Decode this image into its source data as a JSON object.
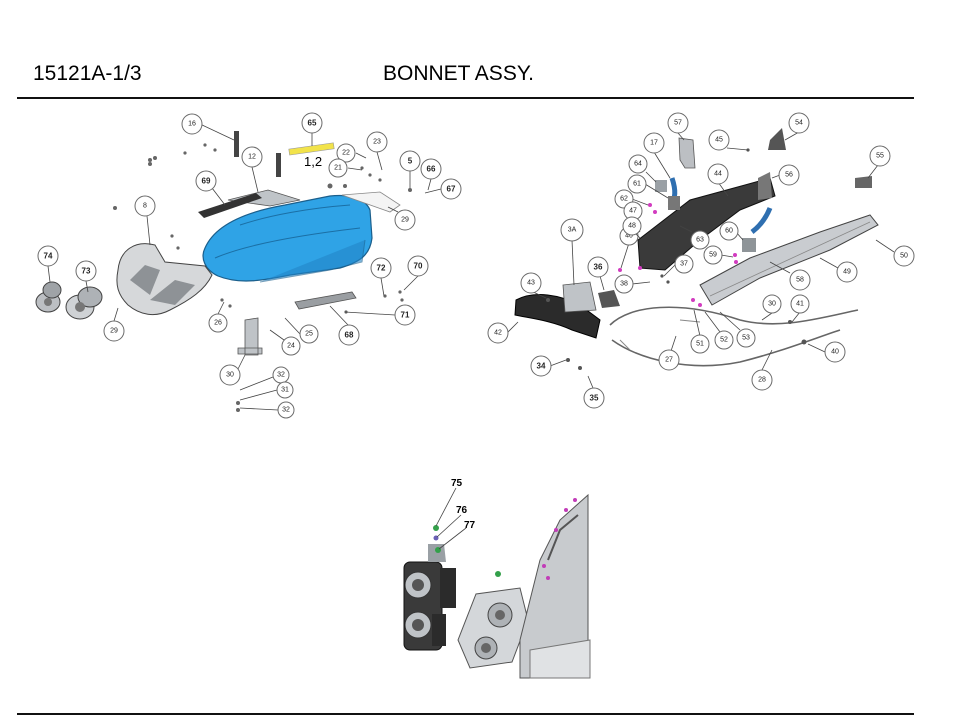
{
  "header": {
    "doc_code": "15121A-1/3",
    "title": "BONNET ASSY."
  },
  "colors": {
    "bonnet": "#2fa3e6",
    "frame": "#2a2a2a",
    "highlight": "#f2e34a",
    "line": "#111111"
  },
  "left_diagram": {
    "bonnet_label": "1,2",
    "callouts": [
      "16",
      "12",
      "65",
      "23",
      "5",
      "66",
      "67",
      "69",
      "8",
      "22",
      "21",
      "29",
      "74",
      "73",
      "72",
      "70",
      "71",
      "68",
      "26",
      "25",
      "24",
      "29",
      "30",
      "32",
      "31",
      "32"
    ]
  },
  "right_diagram": {
    "callouts": [
      "57",
      "54",
      "45",
      "17",
      "64",
      "61",
      "62",
      "47",
      "40",
      "3A",
      "36",
      "48",
      "63",
      "44",
      "56",
      "55",
      "60",
      "59",
      "37",
      "38",
      "43",
      "42",
      "58",
      "49",
      "50",
      "30",
      "41",
      "53",
      "52",
      "51",
      "27",
      "40",
      "28",
      "34",
      "35"
    ]
  },
  "inset": {
    "callouts": [
      "75",
      "76",
      "77"
    ]
  }
}
